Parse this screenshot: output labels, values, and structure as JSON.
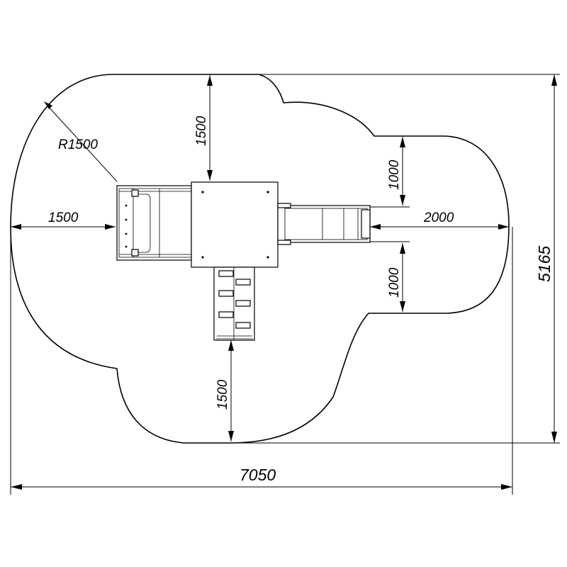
{
  "dimensions": {
    "radius_label": "R1500",
    "left_clearance": "1500",
    "top_clearance": "1500",
    "bottom_clearance": "1500",
    "slide_clearance": "2000",
    "upper_side_clearance": "1000",
    "lower_side_clearance": "1000",
    "overall_width": "7050",
    "overall_height": "5165"
  }
}
